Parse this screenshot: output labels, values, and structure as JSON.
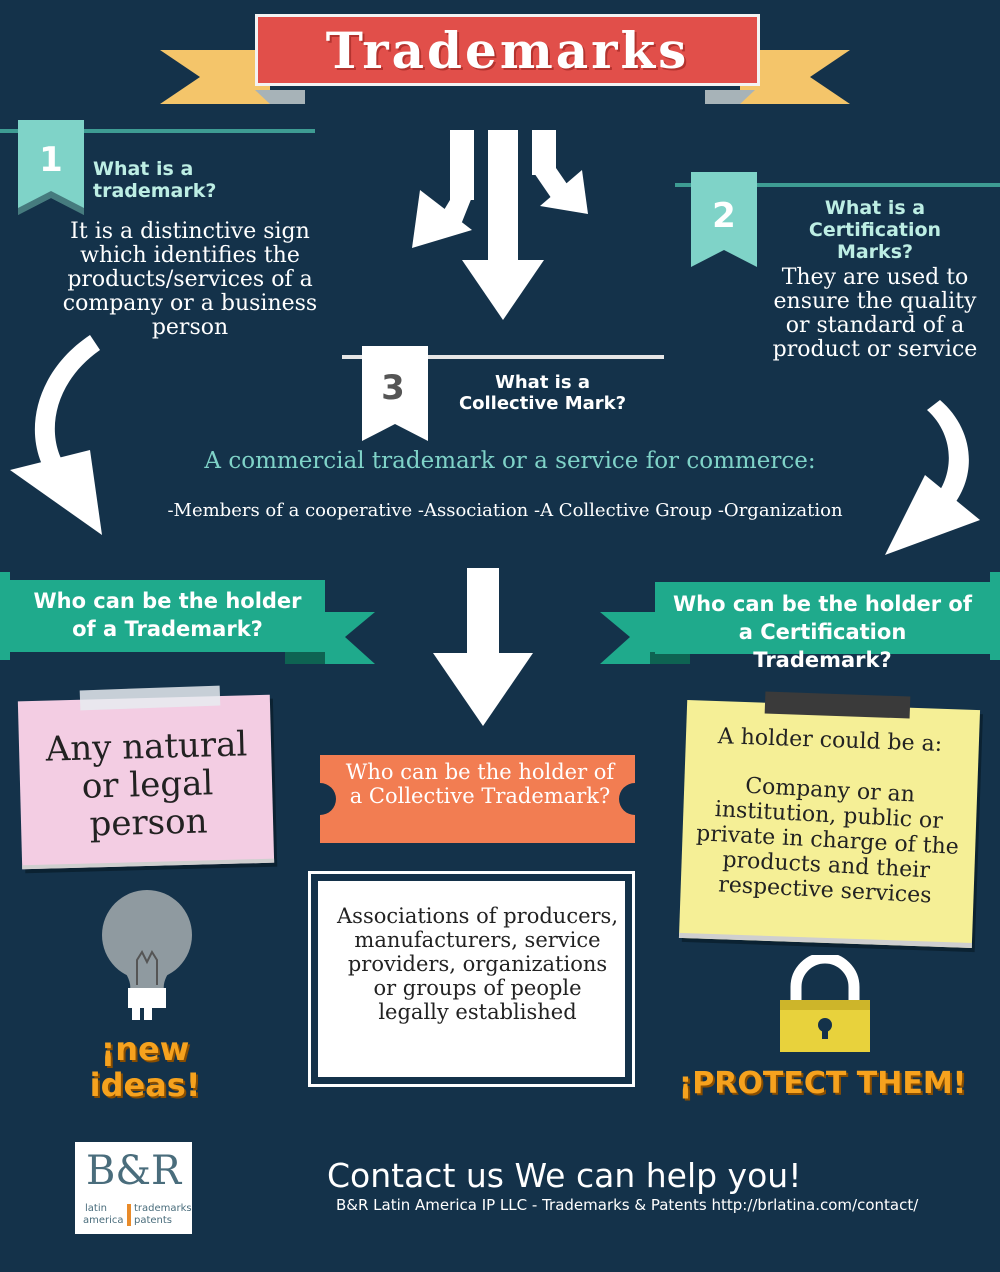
{
  "title": "Trademarks",
  "section1": {
    "number": "1",
    "question": "What is a trademark?",
    "answer": "It is a distinctive sign which identifies the products/services of a company or a business person"
  },
  "section2": {
    "number": "2",
    "question": "What is a Certification Marks?",
    "answer": "They are used to ensure the quality or standard of a product or service"
  },
  "section3": {
    "number": "3",
    "question": "What is a Collective Mark?",
    "answer": "A commercial trademark or a service for commerce:",
    "examples": "-Members of a cooperative -Association  -A Collective Group   -Organization"
  },
  "holder_trademark": {
    "question": "Who can be the holder of a Trademark?",
    "answer": "Any natural or legal person"
  },
  "holder_certification": {
    "question": "Who can be the holder of a Certification Trademark?",
    "answer_intro": "A holder could be a:",
    "answer": "Company or an institution, public or private in charge of the products and their respective services"
  },
  "holder_collective": {
    "question": "Who can be the holder of a Collective Trademark?",
    "answer": "Associations of producers, manufacturers, service providers, organizations or groups of people legally established"
  },
  "slogans": {
    "new_ideas_1": "¡new",
    "new_ideas_2": "ideas!",
    "protect": "¡PROTECT THEM!"
  },
  "footer": {
    "logo_letters": "B&R",
    "logo_sub_left_1": "latin",
    "logo_sub_left_2": "america",
    "logo_sub_right_1": "trademarks",
    "logo_sub_right_2": "patents",
    "contact_heading": "Contact us We can help you!",
    "company_line": "B&R Latin America IP LLC - Trademarks & Patents  http://brlatina.com/contact/"
  },
  "colors": {
    "background": "#14324a",
    "title_red": "#e14f4a",
    "teal": "#1faa8c",
    "light_teal": "#7fd3c8",
    "orange": "#f27d52",
    "pink_note": "#f3cde3",
    "yellow_note": "#f5ef96",
    "accent_orange": "#f6a21e"
  }
}
